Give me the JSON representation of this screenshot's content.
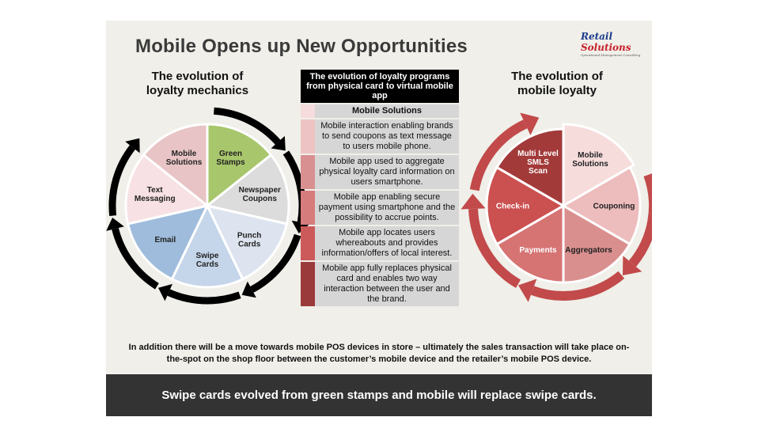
{
  "title": "Mobile Opens up New Opportunities",
  "logo": {
    "line1_a": "Retail ",
    "line1_b": "Solutions",
    "tagline": "Operational Management Consulting"
  },
  "left_diagram": {
    "heading_l1": "The evolution of",
    "heading_l2": "loyalty mechanics",
    "segments": [
      {
        "lines": [
          "Green",
          "Stamps"
        ],
        "color": "#a8c66c"
      },
      {
        "lines": [
          "Newspaper",
          "Coupons"
        ],
        "color": "#dcdcdc"
      },
      {
        "lines": [
          "Punch",
          "Cards"
        ],
        "color": "#dde4f0"
      },
      {
        "lines": [
          "Swipe",
          "Cards"
        ],
        "color": "#c5d5ea"
      },
      {
        "lines": [
          "Email"
        ],
        "color": "#9fbcdc"
      },
      {
        "lines": [
          "Text",
          "Messaging"
        ],
        "color": "#f7e1e4"
      },
      {
        "lines": [
          "Mobile",
          "Solutions"
        ],
        "color": "#e8c4c6"
      }
    ]
  },
  "middle_table": {
    "header": "The evolution of loyalty programs from physical card to virtual mobile app",
    "rows": [
      {
        "text": "Mobile Solutions",
        "color": "#f6dcdc"
      },
      {
        "text": "Mobile interaction enabling brands to send coupons as text message to users mobile phone.",
        "color": "#edc3c3"
      },
      {
        "text": "Mobile app used to aggregate physical loyalty card information on users smartphone.",
        "color": "#d99090"
      },
      {
        "text": "Mobile app enabling secure payment using smartphone and the possibility to accrue points.",
        "color": "#d77c7c"
      },
      {
        "text": "Mobile app locates users whereabouts and provides information/offers of local interest.",
        "color": "#cc5a5a"
      },
      {
        "text": "Mobile app fully replaces physical card and enables two way interaction between the user and the brand.",
        "color": "#9b3a3a"
      }
    ]
  },
  "right_diagram": {
    "heading_l1": "The evolution of",
    "heading_l2": "mobile loyalty",
    "segments": [
      {
        "lines": [
          "Mobile",
          "Solutions"
        ],
        "color": "#f7dcdc"
      },
      {
        "lines": [
          "Couponing"
        ],
        "color": "#edbcbc"
      },
      {
        "lines": [
          "Aggregators"
        ],
        "color": "#da8f8f"
      },
      {
        "lines": [
          "Payments"
        ],
        "color": "#d67474"
      },
      {
        "lines": [
          "Check-in"
        ],
        "color": "#cb5050"
      },
      {
        "lines": [
          "Multi Level",
          "SMLS",
          "Scan"
        ],
        "color": "#a33a3a"
      }
    ]
  },
  "footnote": "In addition there will be a move towards mobile POS devices in store – ultimately the sales transaction will take place on-the-spot on the shop floor between the customer’s mobile device and the retailer’s mobile POS device.",
  "banner": "Swipe cards evolved from green stamps and mobile will replace swipe cards."
}
